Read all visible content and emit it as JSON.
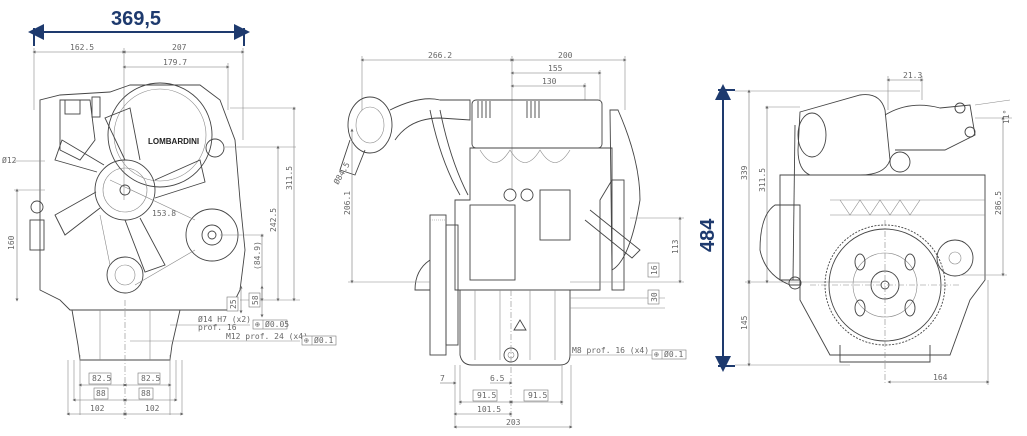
{
  "drawing": {
    "overall_width": "369,5",
    "overall_height": "484",
    "accent_color": "#1e3a6e",
    "brand_label": "LOMBARDINI"
  },
  "front_view": {
    "dims": {
      "d1": "162.5",
      "d2": "207",
      "d3": "179.7",
      "d4": "Ø12",
      "d5": "160",
      "d6": "153.8",
      "d7": "311.5",
      "d8": "242.5",
      "d9": "(84.9)",
      "d10": "25",
      "d11": "58",
      "d12": "82.5",
      "d13": "82.5",
      "d14": "88",
      "d15": "88",
      "d16": "102",
      "d17": "102"
    },
    "callouts": {
      "hole1": "Ø14 H7 (x2)",
      "hole1_depth": "prof. 16",
      "hole1_tol": "Ø0.05",
      "thread": "M12 prof. 24 (x4)",
      "thread_tol": "Ø0.1",
      "position_symbol": "⊕"
    }
  },
  "side_view": {
    "dims": {
      "d1": "266.2",
      "d2": "200",
      "d3": "155",
      "d4": "130",
      "d5": "Ø84.5",
      "d6": "206.1",
      "d7": "113",
      "d8": "16",
      "d9": "30",
      "d10": "7",
      "d11": "6.5",
      "d12": "91.5",
      "d13": "91.5",
      "d14": "101.5",
      "d15": "203"
    },
    "callouts": {
      "thread": "M8 prof. 16 (x4)",
      "thread_tol": "Ø0.1",
      "position_symbol": "⊕"
    }
  },
  "rear_view": {
    "dims": {
      "d1": "21.3",
      "d2": "11°",
      "d3": "339",
      "d4": "311.5",
      "d5": "286.5",
      "d6": "145",
      "d7": "164"
    }
  }
}
